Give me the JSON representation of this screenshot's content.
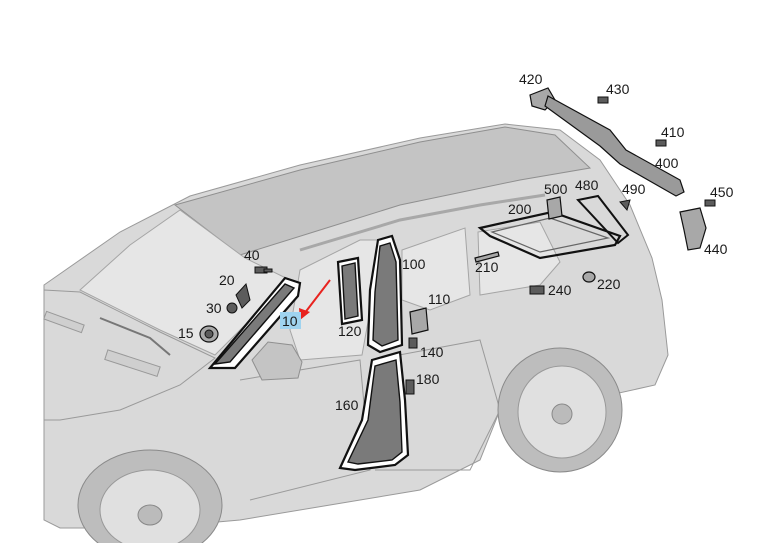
{
  "diagram": {
    "highlight_color": "#9fd3ef",
    "arrow_color": "#e8231f",
    "highlighted_label": "10",
    "labels": {
      "l420": "420",
      "l430": "430",
      "l410": "410",
      "l400": "400",
      "l500": "500",
      "l480": "480",
      "l490": "490",
      "l450": "450",
      "l200": "200",
      "l440": "440",
      "l40": "40",
      "l20": "20",
      "l100": "100",
      "l210": "210",
      "l30": "30",
      "l110": "110",
      "l240": "240",
      "l220": "220",
      "l10": "10",
      "l15": "15",
      "l120": "120",
      "l140": "140",
      "l180": "180",
      "l160": "160"
    }
  }
}
